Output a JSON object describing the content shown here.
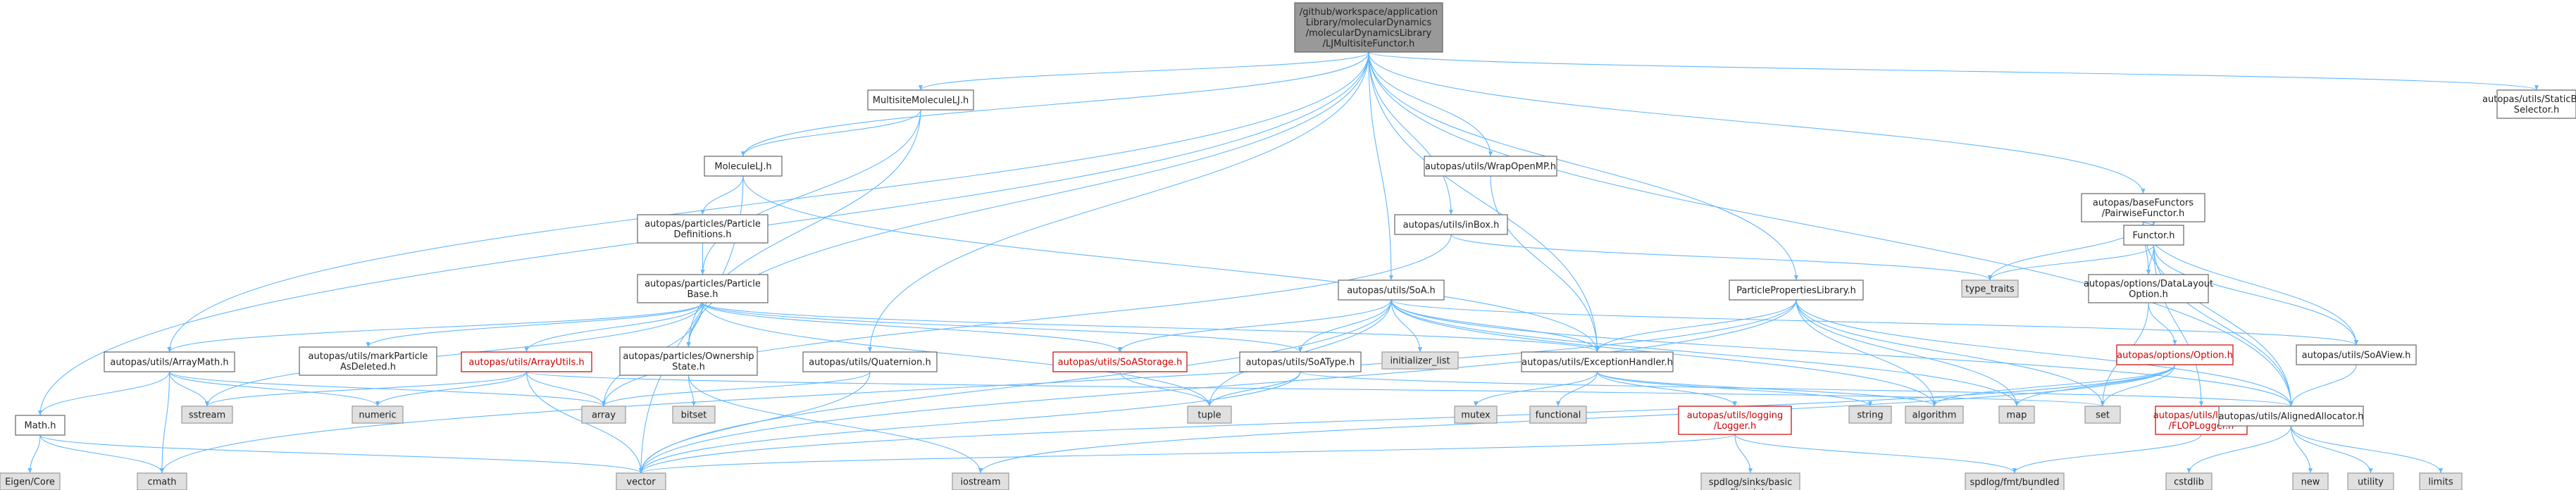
{
  "colors": {
    "root_fill": "#999999",
    "plain_fill": "#ffffff",
    "system_fill": "#e0e0e0",
    "broken_link": "#cc0000",
    "edge_primary": "#63b8ff",
    "edge_dark": "#2a3a7a"
  },
  "nodes": [
    {
      "id": "root",
      "kind": "root",
      "lines": [
        "/github/workspace/application",
        "Library/molecularDynamics",
        "/molecularDynamicsLibrary",
        "/LJMultisiteFunctor.h"
      ]
    },
    {
      "id": "multisite",
      "kind": "plain",
      "lines": [
        "MultisiteMoleculeLJ.h"
      ]
    },
    {
      "id": "moleculelj",
      "kind": "plain",
      "lines": [
        "MoleculeLJ.h"
      ]
    },
    {
      "id": "partdefs",
      "kind": "plain",
      "lines": [
        "autopas/particles/Particle",
        "Definitions.h"
      ]
    },
    {
      "id": "partbase",
      "kind": "plain",
      "lines": [
        "autopas/particles/Particle",
        "Base.h"
      ]
    },
    {
      "id": "arraymath",
      "kind": "plain",
      "lines": [
        "autopas/utils/ArrayMath.h"
      ]
    },
    {
      "id": "markdel",
      "kind": "plain",
      "lines": [
        "autopas/utils/markParticle",
        "AsDeleted.h"
      ]
    },
    {
      "id": "arrayutils",
      "kind": "red",
      "lines": [
        "autopas/utils/ArrayUtils.h"
      ]
    },
    {
      "id": "ownership",
      "kind": "plain",
      "lines": [
        "autopas/particles/Ownership",
        "State.h"
      ]
    },
    {
      "id": "quaternion",
      "kind": "plain",
      "lines": [
        "autopas/utils/Quaternion.h"
      ]
    },
    {
      "id": "mathh",
      "kind": "plain",
      "lines": [
        "Math.h"
      ]
    },
    {
      "id": "eigen",
      "kind": "sys",
      "lines": [
        "Eigen/Core"
      ]
    },
    {
      "id": "cmath",
      "kind": "sys",
      "lines": [
        "cmath"
      ]
    },
    {
      "id": "vector",
      "kind": "sys",
      "lines": [
        "vector"
      ]
    },
    {
      "id": "sstream",
      "kind": "sys",
      "lines": [
        "sstream"
      ]
    },
    {
      "id": "numeric",
      "kind": "sys",
      "lines": [
        "numeric"
      ]
    },
    {
      "id": "array",
      "kind": "sys",
      "lines": [
        "array"
      ]
    },
    {
      "id": "bitset",
      "kind": "sys",
      "lines": [
        "bitset"
      ]
    },
    {
      "id": "iostream",
      "kind": "sys",
      "lines": [
        "iostream"
      ]
    },
    {
      "id": "soah",
      "kind": "plain",
      "lines": [
        "autopas/utils/SoA.h"
      ]
    },
    {
      "id": "soastorage",
      "kind": "red",
      "lines": [
        "autopas/utils/SoAStorage.h"
      ]
    },
    {
      "id": "soatype",
      "kind": "plain",
      "lines": [
        "autopas/utils/SoAType.h"
      ]
    },
    {
      "id": "initlist",
      "kind": "sys",
      "lines": [
        "initializer_list"
      ]
    },
    {
      "id": "tuple",
      "kind": "sys",
      "lines": [
        "tuple"
      ]
    },
    {
      "id": "wrapomp",
      "kind": "plain",
      "lines": [
        "autopas/utils/WrapOpenMP.h"
      ]
    },
    {
      "id": "inbox",
      "kind": "plain",
      "lines": [
        "autopas/utils/inBox.h"
      ]
    },
    {
      "id": "exception",
      "kind": "plain",
      "lines": [
        "autopas/utils/ExceptionHandler.h"
      ]
    },
    {
      "id": "mutex",
      "kind": "sys",
      "lines": [
        "mutex"
      ]
    },
    {
      "id": "functional",
      "kind": "sys",
      "lines": [
        "functional"
      ]
    },
    {
      "id": "logger",
      "kind": "red",
      "lines": [
        "autopas/utils/logging",
        "/Logger.h"
      ]
    },
    {
      "id": "spdsinks",
      "kind": "sys",
      "lines": [
        "spdlog/sinks/basic",
        "_file_sink.h"
      ]
    },
    {
      "id": "spdfmt",
      "kind": "sys",
      "lines": [
        "spdlog/fmt/bundled",
        "/ranges.h"
      ]
    },
    {
      "id": "string",
      "kind": "sys",
      "lines": [
        "string"
      ]
    },
    {
      "id": "algorithm",
      "kind": "sys",
      "lines": [
        "algorithm"
      ]
    },
    {
      "id": "mapn",
      "kind": "sys",
      "lines": [
        "map"
      ]
    },
    {
      "id": "setn",
      "kind": "sys",
      "lines": [
        "set"
      ]
    },
    {
      "id": "ppl",
      "kind": "plain",
      "lines": [
        "ParticlePropertiesLibrary.h"
      ]
    },
    {
      "id": "basefunc",
      "kind": "plain",
      "lines": [
        "autopas/baseFunctors",
        "/PairwiseFunctor.h"
      ]
    },
    {
      "id": "functor",
      "kind": "plain",
      "lines": [
        "Functor.h"
      ]
    },
    {
      "id": "typetraits",
      "kind": "sys",
      "lines": [
        "type_traits"
      ]
    },
    {
      "id": "datalayout",
      "kind": "plain",
      "lines": [
        "autopas/options/DataLayout",
        "Option.h"
      ]
    },
    {
      "id": "option",
      "kind": "red",
      "lines": [
        "autopas/options/Option.h"
      ]
    },
    {
      "id": "soaview",
      "kind": "plain",
      "lines": [
        "autopas/utils/SoAView.h"
      ]
    },
    {
      "id": "flopl",
      "kind": "red",
      "lines": [
        "autopas/utils/logging",
        "/FLOPLogger.h"
      ]
    },
    {
      "id": "aligned",
      "kind": "plain",
      "lines": [
        "autopas/utils/AlignedAllocator.h"
      ]
    },
    {
      "id": "cstdlib",
      "kind": "sys",
      "lines": [
        "cstdlib"
      ]
    },
    {
      "id": "newn",
      "kind": "sys",
      "lines": [
        "new"
      ]
    },
    {
      "id": "utility",
      "kind": "sys",
      "lines": [
        "utility"
      ]
    },
    {
      "id": "limits",
      "kind": "sys",
      "lines": [
        "limits"
      ]
    },
    {
      "id": "staticbool",
      "kind": "plain",
      "lines": [
        "autopas/utils/StaticBool",
        "Selector.h"
      ]
    }
  ],
  "edges": [
    [
      "root",
      "multisite"
    ],
    [
      "root",
      "moleculelj"
    ],
    [
      "root",
      "mathh"
    ],
    [
      "root",
      "arraymath"
    ],
    [
      "root",
      "ownership"
    ],
    [
      "root",
      "quaternion"
    ],
    [
      "root",
      "soah"
    ],
    [
      "root",
      "wrapomp"
    ],
    [
      "root",
      "inbox"
    ],
    [
      "root",
      "exception"
    ],
    [
      "root",
      "ppl"
    ],
    [
      "root",
      "basefunc"
    ],
    [
      "root",
      "aligned"
    ],
    [
      "root",
      "staticbool"
    ],
    [
      "multisite",
      "moleculelj"
    ],
    [
      "multisite",
      "partbase"
    ],
    [
      "multisite",
      "ownership"
    ],
    [
      "moleculelj",
      "partdefs"
    ],
    [
      "moleculelj",
      "exception"
    ],
    [
      "moleculelj",
      "vector"
    ],
    [
      "partdefs",
      "partbase"
    ],
    [
      "partbase",
      "arraymath"
    ],
    [
      "partbase",
      "markdel"
    ],
    [
      "partbase",
      "arrayutils"
    ],
    [
      "partbase",
      "ownership"
    ],
    [
      "partbase",
      "array"
    ],
    [
      "partbase",
      "sstream"
    ],
    [
      "partbase",
      "soastorage"
    ],
    [
      "partbase",
      "soatype"
    ],
    [
      "partbase",
      "tuple"
    ],
    [
      "partbase",
      "exception"
    ],
    [
      "arraymath",
      "mathh"
    ],
    [
      "arraymath",
      "sstream"
    ],
    [
      "arraymath",
      "numeric"
    ],
    [
      "arraymath",
      "array"
    ],
    [
      "arraymath",
      "cmath"
    ],
    [
      "arrayutils",
      "sstream"
    ],
    [
      "arrayutils",
      "numeric"
    ],
    [
      "arrayutils",
      "array"
    ],
    [
      "arrayutils",
      "vector"
    ],
    [
      "arrayutils",
      "setn"
    ],
    [
      "ownership",
      "bitset"
    ],
    [
      "ownership",
      "iostream"
    ],
    [
      "quaternion",
      "array"
    ],
    [
      "quaternion",
      "vector"
    ],
    [
      "mathh",
      "eigen"
    ],
    [
      "mathh",
      "cmath"
    ],
    [
      "mathh",
      "vector"
    ],
    [
      "soah",
      "soastorage"
    ],
    [
      "soah",
      "soatype"
    ],
    [
      "soah",
      "initlist"
    ],
    [
      "soah",
      "exception"
    ],
    [
      "soah",
      "aligned"
    ],
    [
      "soah",
      "tuple"
    ],
    [
      "soah",
      "vector"
    ],
    [
      "soah",
      "algorithm"
    ],
    [
      "soah",
      "mapn"
    ],
    [
      "soah",
      "soaview"
    ],
    [
      "soastorage",
      "tuple"
    ],
    [
      "soatype",
      "tuple"
    ],
    [
      "soatype",
      "vector"
    ],
    [
      "soatype",
      "aligned"
    ],
    [
      "wrapomp",
      "exception"
    ],
    [
      "inbox",
      "array"
    ],
    [
      "inbox",
      "typetraits"
    ],
    [
      "exception",
      "mutex"
    ],
    [
      "exception",
      "functional"
    ],
    [
      "exception",
      "logger"
    ],
    [
      "exception",
      "string"
    ],
    [
      "exception",
      "algorithm"
    ],
    [
      "logger",
      "spdsinks"
    ],
    [
      "logger",
      "spdfmt"
    ],
    [
      "logger",
      "vector"
    ],
    [
      "ppl",
      "exception"
    ],
    [
      "ppl",
      "algorithm"
    ],
    [
      "ppl",
      "mapn"
    ],
    [
      "ppl",
      "setn"
    ],
    [
      "ppl",
      "vector"
    ],
    [
      "ppl",
      "cmath"
    ],
    [
      "ppl",
      "aligned"
    ],
    [
      "basefunc",
      "functor"
    ],
    [
      "basefunc",
      "typetraits"
    ],
    [
      "basefunc",
      "datalayout"
    ],
    [
      "basefunc",
      "soaview"
    ],
    [
      "basefunc",
      "aligned"
    ],
    [
      "functor",
      "typetraits"
    ],
    [
      "functor",
      "datalayout"
    ],
    [
      "functor",
      "soaview"
    ],
    [
      "functor",
      "flopl"
    ],
    [
      "functor",
      "aligned"
    ],
    [
      "datalayout",
      "option"
    ],
    [
      "datalayout",
      "setn"
    ],
    [
      "option",
      "algorithm"
    ],
    [
      "option",
      "mapn"
    ],
    [
      "option",
      "setn"
    ],
    [
      "option",
      "vector"
    ],
    [
      "option",
      "iostream"
    ],
    [
      "flopl",
      "spdfmt"
    ],
    [
      "aligned",
      "cstdlib"
    ],
    [
      "aligned",
      "newn"
    ],
    [
      "aligned",
      "utility"
    ],
    [
      "aligned",
      "limits"
    ],
    [
      "soaview",
      "aligned"
    ]
  ]
}
